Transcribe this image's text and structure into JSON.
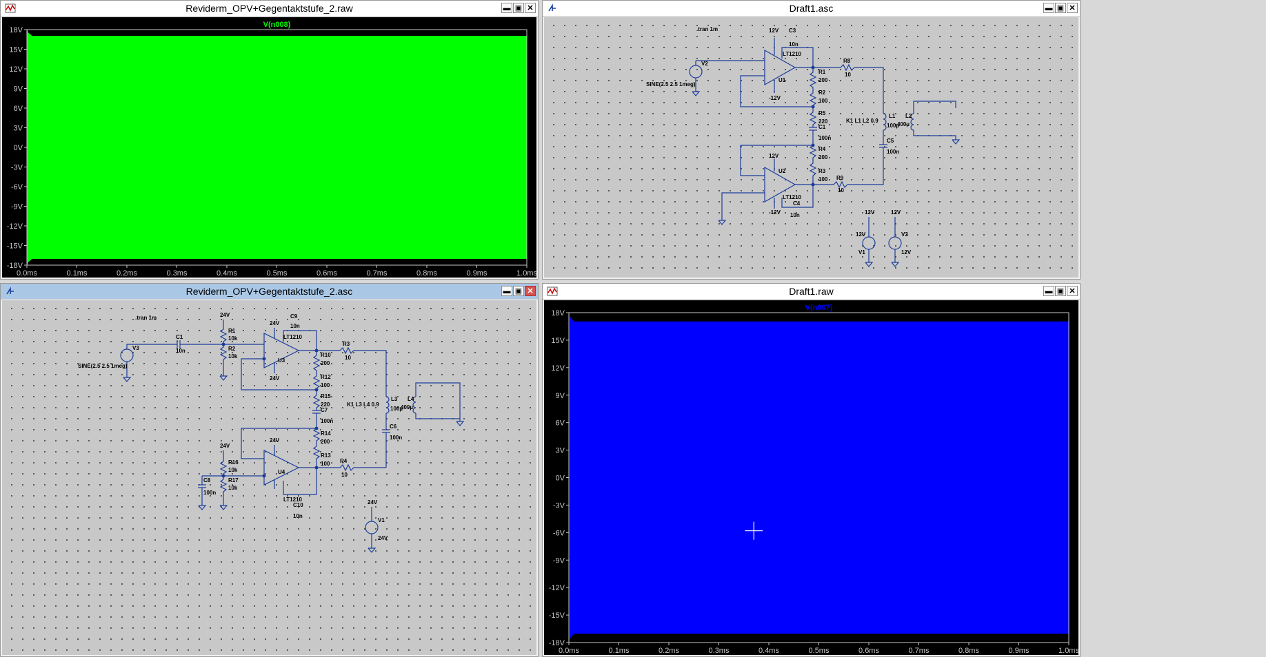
{
  "windows": [
    {
      "id": "w1",
      "title": "Reviderm_OPV+Gegentaktstufe_2.raw",
      "plot": {
        "trace_label": "V(n008)",
        "trace_color": "#00ff00",
        "label_color": "#00ff00",
        "y_ticks": [
          "18V",
          "15V",
          "12V",
          "9V",
          "6V",
          "3V",
          "0V",
          "-3V",
          "-6V",
          "-9V",
          "-12V",
          "-15V",
          "-18V"
        ],
        "x_ticks": [
          "0.0ms",
          "0.1ms",
          "0.2ms",
          "0.3ms",
          "0.4ms",
          "0.5ms",
          "0.6ms",
          "0.7ms",
          "0.8ms",
          "0.9ms",
          "1.0ms"
        ]
      }
    },
    {
      "id": "w2",
      "title": "Draft1.asc"
    },
    {
      "id": "w3",
      "title": "Reviderm_OPV+Gegentaktstufe_2.asc"
    },
    {
      "id": "w4",
      "title": "Draft1.raw",
      "plot": {
        "trace_label": "V(n007)",
        "trace_color": "#0000ff",
        "label_color": "#0000ff",
        "y_ticks": [
          "18V",
          "15V",
          "12V",
          "9V",
          "6V",
          "3V",
          "0V",
          "-3V",
          "-6V",
          "-9V",
          "-12V",
          "-15V",
          "-18V"
        ],
        "x_ticks": [
          "0.0ms",
          "0.1ms",
          "0.2ms",
          "0.3ms",
          "0.4ms",
          "0.5ms",
          "0.6ms",
          "0.7ms",
          "0.8ms",
          "0.9ms",
          "1.0ms"
        ]
      }
    }
  ],
  "controls": {
    "minimize": "▬",
    "restore": "▣",
    "close": "✕"
  },
  "chart_data": [
    {
      "type": "area",
      "series": [
        {
          "name": "V(n008)",
          "x": [
            0.0,
            0.002,
            0.01,
            1.0
          ],
          "upper": [
            18.0,
            17.5,
            17.0,
            17.0
          ],
          "lower": [
            -18.0,
            -17.5,
            -17.0,
            -17.0
          ]
        }
      ],
      "xlabel": "",
      "ylabel": "",
      "xlim": [
        0.0,
        1.0
      ],
      "ylim": [
        -18,
        18
      ],
      "x_unit": "ms",
      "y_unit": "V",
      "grid": false
    },
    {
      "type": "area",
      "series": [
        {
          "name": "V(n007)",
          "x": [
            0.0,
            0.002,
            0.01,
            1.0
          ],
          "upper": [
            18.0,
            17.5,
            17.0,
            17.0
          ],
          "lower": [
            -18.0,
            -17.5,
            -17.0,
            -17.0
          ]
        }
      ],
      "xlabel": "",
      "ylabel": "",
      "xlim": [
        0.0,
        1.0
      ],
      "ylim": [
        -18,
        18
      ],
      "x_unit": "ms",
      "y_unit": "V",
      "grid": false
    }
  ],
  "schematic_draft1": {
    "directive": ".tran 1m",
    "source_value": "SINE(2.5 2.5 1meg)",
    "coupling": "K1 L1 L2 0.9",
    "labels": {
      "V2": "V2",
      "U1": "U1",
      "U2": "U2",
      "LT1210a": "LT1210",
      "LT1210b": "LT1210",
      "C3": "C3",
      "C3v": "10n",
      "C4": "C4",
      "C4v": "10n",
      "R1": "R1",
      "R1v": "200",
      "R2": "R2",
      "R2v": "100",
      "R5": "R5",
      "R5v": "220",
      "C1": "C1",
      "C1v": "100n",
      "R4": "R4",
      "R4v": "200",
      "R3": "R3",
      "R3v": "100",
      "R8": "R8",
      "R8v": "10",
      "R9": "R9",
      "R9v": "10",
      "L1": "L1",
      "L1v": "100µ",
      "L2": "L2",
      "L2v": "400µ",
      "C5": "C5",
      "C5v": "100n",
      "V1": "V1",
      "V1v": "12V",
      "V3": "V3",
      "V3v": "12V",
      "p12a": "12V",
      "m12a": "-12V",
      "p12b": "12V",
      "m12b": "-12V",
      "p12c": "12V",
      "p12d": "12V"
    }
  },
  "schematic_reviderm": {
    "directive": ".tran 1m",
    "source_value": "SINE(2.5 2.5 1meg)",
    "coupling": "K1 L3 L4 0.9",
    "labels": {
      "V3": "V3",
      "C1": "C1",
      "C1v": "10n",
      "R1": "R1",
      "R1v": "10k",
      "R2": "R2",
      "R2v": "10k",
      "U3": "U3",
      "U4": "U4",
      "LT1210a": "LT1210",
      "LT1210b": "LT1210",
      "C9": "C9",
      "C9v": "10n",
      "C10": "C10",
      "C10v": "10n",
      "R10": "R10",
      "R10v": "200",
      "R12": "R12",
      "R12v": "100",
      "R15": "R15",
      "R15v": "220",
      "C7": "C7",
      "C7v": "100n",
      "R14": "R14",
      "R14v": "200",
      "R13": "R13",
      "R13v": "100",
      "R3": "R3",
      "R3v": "10",
      "R4": "R4",
      "R4v": "10",
      "L3": "L3",
      "L3v": "100µ",
      "L4": "L4",
      "L4v": "400µ",
      "C6": "C6",
      "C6v": "100n",
      "R16": "R16",
      "R16v": "10k",
      "R17": "R17",
      "R17v": "10k",
      "C8": "C8",
      "C8v": "100n",
      "V1": "V1",
      "V1v": "24V",
      "p24a": "24V",
      "p24b": "24V",
      "p24c": "24V",
      "p24d": "24V",
      "p24e": "24V",
      "p24f": "24V"
    }
  }
}
